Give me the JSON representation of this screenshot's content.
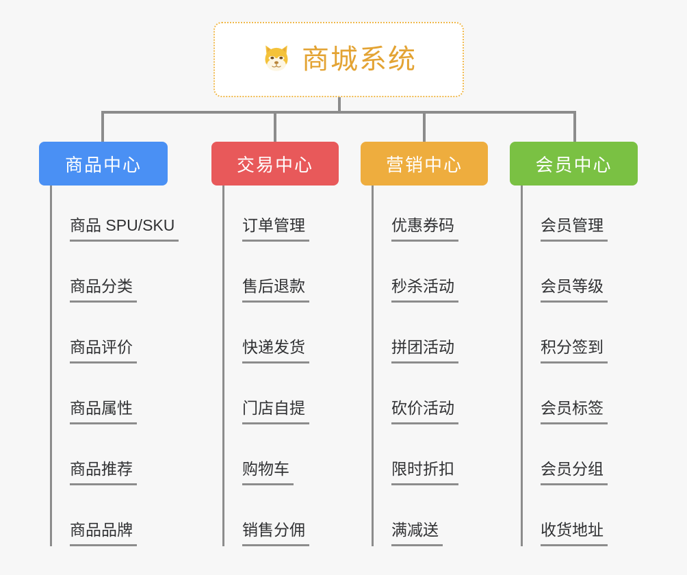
{
  "page": {
    "background_color": "#f7f7f7",
    "line_color": "#8c8c8c"
  },
  "root": {
    "title": "商城系统",
    "icon": "dog-face-icon",
    "text_color": "#e3a333",
    "border_color": "#f0b849",
    "background_color": "#ffffff"
  },
  "branches": [
    {
      "label": "商品中心",
      "color": "#4a90f4",
      "items": [
        "商品 SPU/SKU",
        "商品分类",
        "商品评价",
        "商品属性",
        "商品推荐",
        "商品品牌"
      ]
    },
    {
      "label": "交易中心",
      "color": "#e8595a",
      "items": [
        "订单管理",
        "售后退款",
        "快递发货",
        "门店自提",
        "购物车",
        "销售分佣"
      ]
    },
    {
      "label": "营销中心",
      "color": "#eead3e",
      "items": [
        "优惠券码",
        "秒杀活动",
        "拼团活动",
        "砍价活动",
        "限时折扣",
        "满减送"
      ]
    },
    {
      "label": "会员中心",
      "color": "#7ac143",
      "items": [
        "会员管理",
        "会员等级",
        "积分签到",
        "会员标签",
        "会员分组",
        "收货地址"
      ]
    }
  ]
}
